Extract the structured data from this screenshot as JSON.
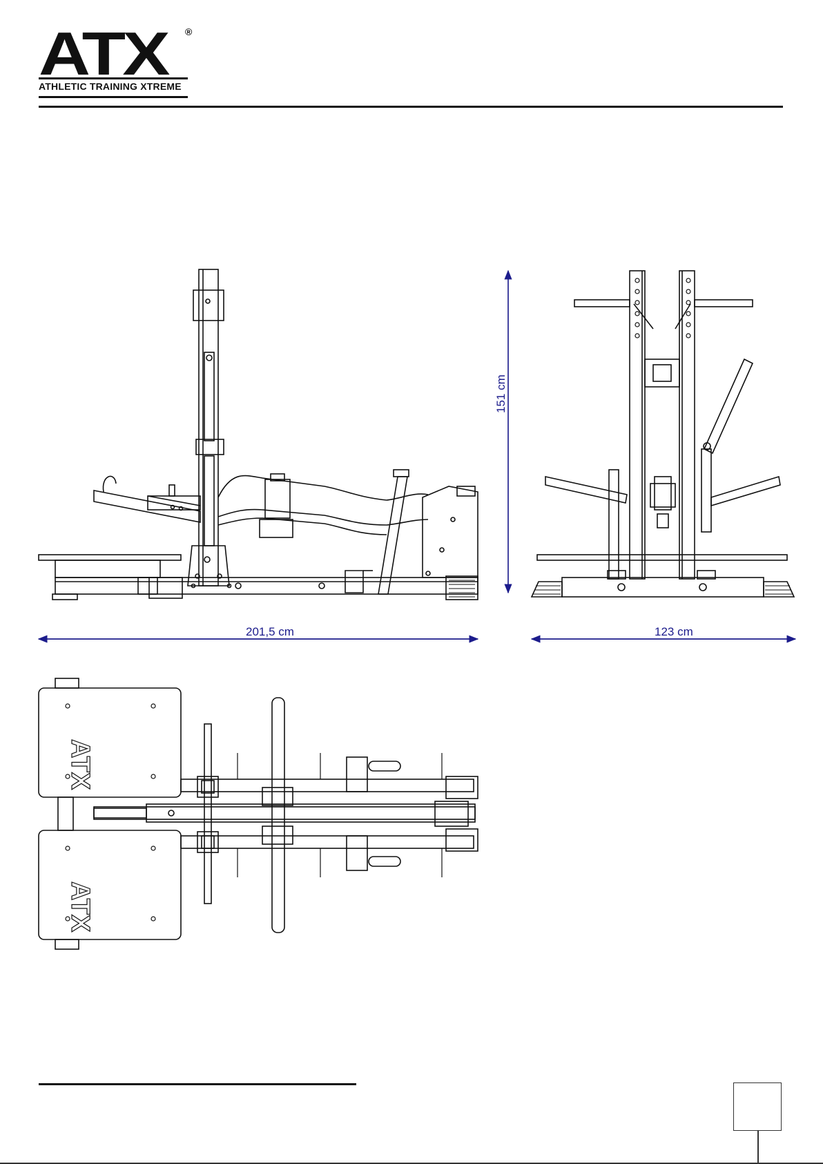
{
  "logo": {
    "text": "ATX",
    "registered": "®",
    "tagline": "ATHLETIC TRAINING XTREME"
  },
  "dimensions": {
    "height": "151 cm",
    "length": "201,5 cm",
    "width": "123 cm"
  },
  "colors": {
    "line": "#111111",
    "dimension": "#1c1c8c"
  }
}
